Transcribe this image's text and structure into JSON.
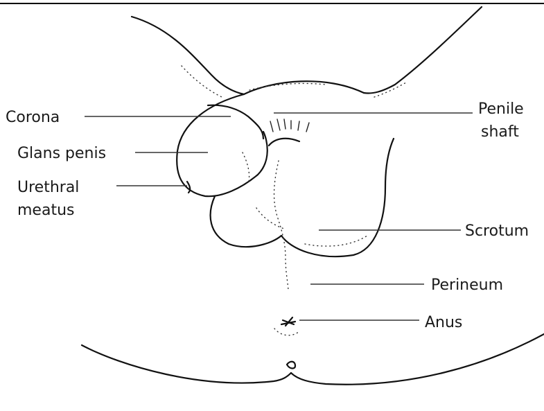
{
  "labels": {
    "corona": "Corona",
    "glans_penis": "Glans penis",
    "urethral_line1": "Urethral",
    "urethral_line2": "meatus",
    "penile_line1": "Penile",
    "penile_line2": "shaft",
    "scrotum": "Scrotum",
    "perineum": "Perineum",
    "anus": "Anus"
  }
}
